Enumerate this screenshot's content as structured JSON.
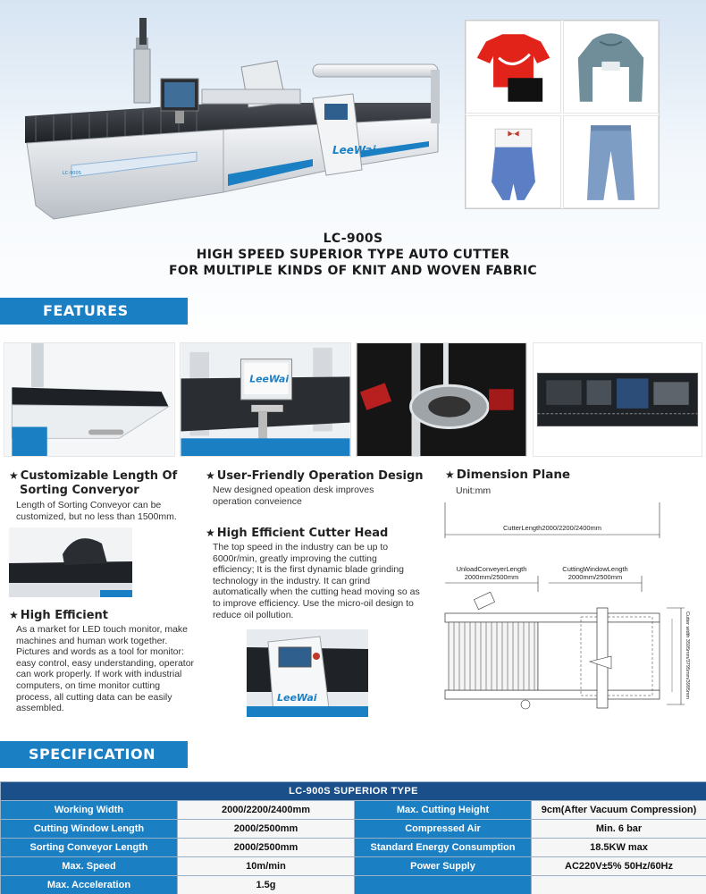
{
  "hero": {
    "model": "LC-900S",
    "line1": "HIGH SPEED SUPERIOR TYPE AUTO CUTTER",
    "line2": "FOR MULTIPLE KINDS OF KNIT AND WOVEN FABRIC",
    "brand_logo": "LeeWai"
  },
  "sections": {
    "features": "FEATURES",
    "specification": "SPECIFICATION"
  },
  "features": {
    "sorting": {
      "title_line1": "Customizable Length Of",
      "title_line2": "Sorting Converyor",
      "body": "Length of Sorting Conveyor can be customized, but no less than 1500mm."
    },
    "efficient": {
      "title": "High Efficient",
      "body": "As a market for LED touch monitor, make machines and human work together. Pictures and words as a tool for monitor: easy control, easy understanding, operator can work properly. If work with industrial computers, on time monitor cutting process, all cutting data can be easily assembled."
    },
    "operation": {
      "title": "User-Friendly Operation Design",
      "body": "New designed opeation desk improves operation conveience"
    },
    "cutter_head": {
      "title": "High Efficient Cutter Head",
      "body": "The top speed in the industry can be up to 6000r/min, greatly improving the cutting efficiency; It is the first dynamic blade grinding technology in the industry. It can grind automatically when the cutting head moving so as to improve efficiency. Use the micro-oil design to reduce oil pollution."
    },
    "dimension": {
      "title": "Dimension Plane",
      "unit": "Unit:mm",
      "cutter_length": "CutterLength2000/2200/2400mm",
      "unload_label": "UnloadConveyerLength",
      "unload_value": "2000mm/2500mm",
      "window_label": "CuttingWindowLength",
      "window_value": "2000mm/2500mm",
      "width_label": "Cutter width 3595mm/3795mm/3995mm"
    }
  },
  "spec": {
    "header": "LC-900S  SUPERIOR TYPE",
    "rows": [
      {
        "l1": "Working Width",
        "v1": "2000/2200/2400mm",
        "l2": "Max. Cutting Height",
        "v2": "9cm(After Vacuum Compression)"
      },
      {
        "l1": "Cutting Window Length",
        "v1": "2000/2500mm",
        "l2": "Compressed Air",
        "v2": "Min. 6 bar"
      },
      {
        "l1": "Sorting Conveyor Length",
        "v1": "2000/2500mm",
        "l2": "Standard Energy Consumption",
        "v2": "18.5KW max"
      },
      {
        "l1": "Max. Speed",
        "v1": "10m/min",
        "l2": "Power Supply",
        "v2": "AC220V±5%  50Hz/60Hz"
      },
      {
        "l1": "Max. Acceleration",
        "v1": "1.5g",
        "l2": "",
        "v2": ""
      }
    ]
  },
  "colors": {
    "accent_blue": "#1b7fc4",
    "table_header": "#1a4f8a"
  }
}
